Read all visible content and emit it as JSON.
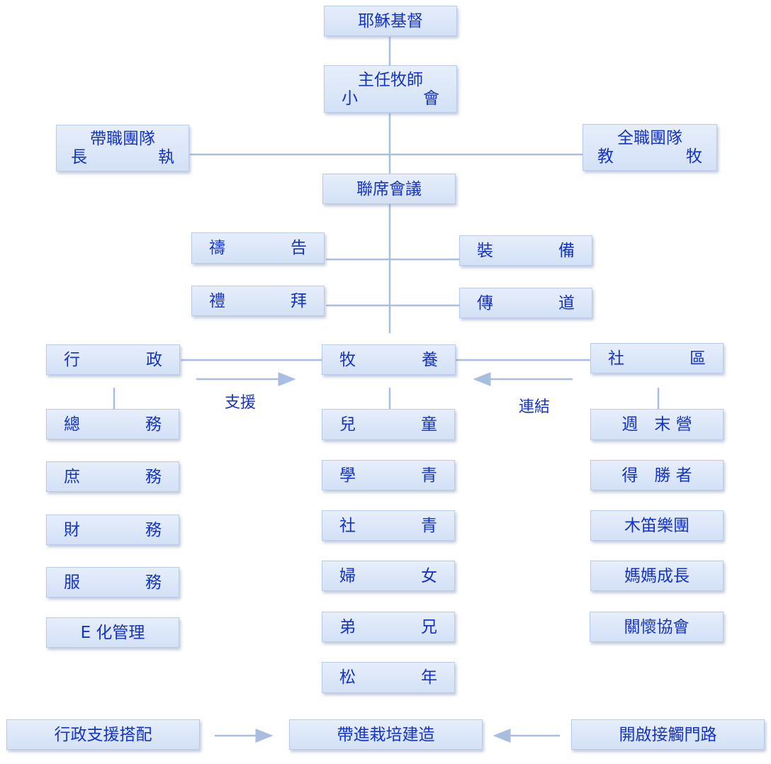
{
  "top": {
    "jesus": "耶穌基督"
  },
  "pastor": {
    "line1": "主任牧師",
    "left": "小",
    "right": "會"
  },
  "elders": {
    "line1": "帶職團隊",
    "left": "長",
    "right": "執"
  },
  "fulltime": {
    "line1": "全職團隊",
    "left": "教",
    "right": "牧"
  },
  "council": "聯席會議",
  "ministries": {
    "prayer": [
      "禱",
      "告"
    ],
    "equip": [
      "裝",
      "備"
    ],
    "worship": [
      "禮",
      "拜"
    ],
    "evangel": [
      "傳",
      "道"
    ]
  },
  "admin": {
    "head": [
      "行",
      "政"
    ],
    "items": [
      [
        "總",
        "務"
      ],
      [
        "庶",
        "務"
      ],
      [
        "財",
        "務"
      ],
      [
        "服",
        "務"
      ]
    ],
    "last": "E 化管理"
  },
  "care": {
    "head": [
      "牧",
      "養"
    ],
    "items": [
      [
        "兒",
        "童"
      ],
      [
        "學",
        "青"
      ],
      [
        "社",
        "青"
      ],
      [
        "婦",
        "女"
      ],
      [
        "弟",
        "兄"
      ],
      [
        "松",
        "年"
      ]
    ]
  },
  "community": {
    "head": [
      "社",
      "區"
    ],
    "items": [
      "週　末 營",
      "得　勝 者",
      "木笛樂團",
      "媽媽成長",
      "關懷協會"
    ]
  },
  "labels": {
    "support": "支援",
    "connect": "連結"
  },
  "bottom": {
    "left": "行政支援搭配",
    "center": "帶進栽培建造",
    "right": "開啟接觸門路"
  },
  "colors": {
    "text": "#1533c4",
    "box_top": "#e6eefb",
    "box_bottom": "#d3e1f6",
    "line": "#a9bde0"
  }
}
